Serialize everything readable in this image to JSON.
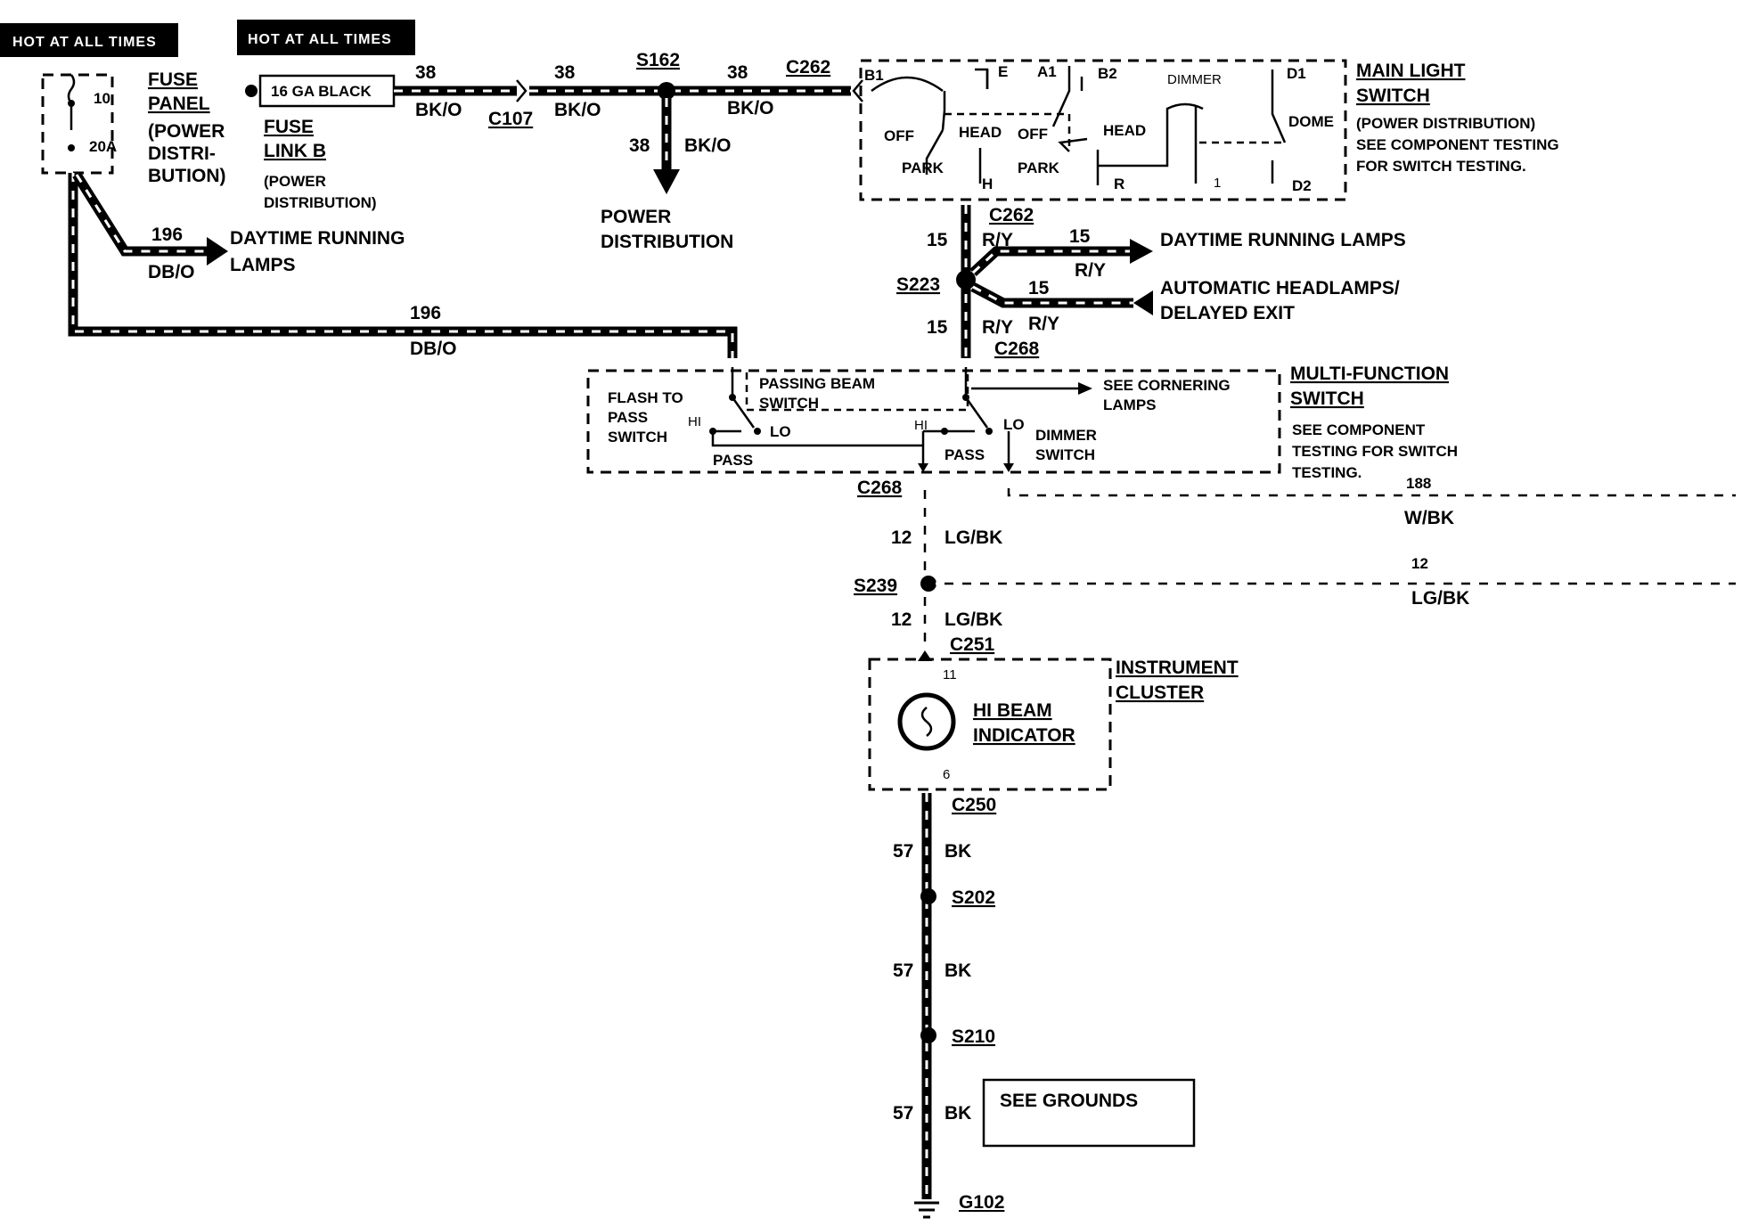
{
  "hot_tags": [
    "HOT AT ALL TIMES",
    "HOT AT ALL TIMES"
  ],
  "fuse_panel": {
    "name_line1": "FUSE",
    "name_line2": "PANEL",
    "note": [
      "(POWER",
      "DISTRI-",
      "BUTION)"
    ],
    "fuse_number": "10",
    "fuse_rating": "20A"
  },
  "fuse_link": {
    "label": "16 GA BLACK",
    "name_line1": "FUSE",
    "name_line2": "LINK B",
    "note": [
      "(POWER",
      "DISTRIBUTION)"
    ]
  },
  "connectors": {
    "c107": "C107",
    "c262_top": "C262",
    "c262": "C262",
    "c268_top": "C268",
    "c268_bottom": "C268",
    "c251": "C251",
    "c250": "C250"
  },
  "splices": {
    "s162": "S162",
    "s223": "S223",
    "s239": "S239",
    "s202": "S202",
    "s210": "S210"
  },
  "ground": "G102",
  "wires": {
    "w38": "38",
    "bk_o": "BK/O",
    "w196": "196",
    "db_o": "DB/O",
    "w15": "15",
    "r_y": "R/Y",
    "w12": "12",
    "lg_bk": "LG/BK",
    "w188": "188",
    "w_bk": "W/BK",
    "w57": "57",
    "bk": "BK"
  },
  "destinations": {
    "drl_line1": "DAYTIME RUNNING",
    "drl_line2": "LAMPS",
    "power_dist_line1": "POWER",
    "power_dist_line2": "DISTRIBUTION",
    "drl_right": "DAYTIME RUNNING LAMPS",
    "auto_line1": "AUTOMATIC HEADLAMPS/",
    "auto_line2": "DELAYED EXIT",
    "cornering_line1": "SEE CORNERING",
    "cornering_line2": "LAMPS",
    "see_grounds": "SEE GROUNDS"
  },
  "main_light_switch": {
    "name_line1": "MAIN LIGHT",
    "name_line2": "SWITCH",
    "note": [
      "(POWER DISTRIBUTION)",
      "SEE COMPONENT TESTING",
      "FOR SWITCH TESTING."
    ],
    "terminals": {
      "b1": "B1",
      "e": "E",
      "a1": "A1",
      "b2": "B2",
      "d1": "D1",
      "d2": "D2",
      "h": "H",
      "r": "R",
      "one": "1"
    },
    "positions": {
      "off": "OFF",
      "head": "HEAD",
      "park": "PARK",
      "dimmer": "DIMMER",
      "dome": "DOME"
    }
  },
  "multi_function_switch": {
    "name_line1": "MULTI-FUNCTION",
    "name_line2": "SWITCH",
    "note": [
      "SEE COMPONENT",
      "TESTING FOR SWITCH",
      "TESTING."
    ],
    "flash_line1": "FLASH TO",
    "flash_line2": "PASS",
    "flash_line3": "SWITCH",
    "passing_line1": "PASSING BEAM",
    "passing_line2": "SWITCH",
    "dimmer_line1": "DIMMER",
    "dimmer_line2": "SWITCH",
    "hi": "HI",
    "lo": "LO",
    "pass": "PASS"
  },
  "instrument_cluster": {
    "name_line1": "INSTRUMENT",
    "name_line2": "CLUSTER",
    "indicator_line1": "HI BEAM",
    "indicator_line2": "INDICATOR",
    "pin_top": "11",
    "pin_bottom": "6"
  }
}
